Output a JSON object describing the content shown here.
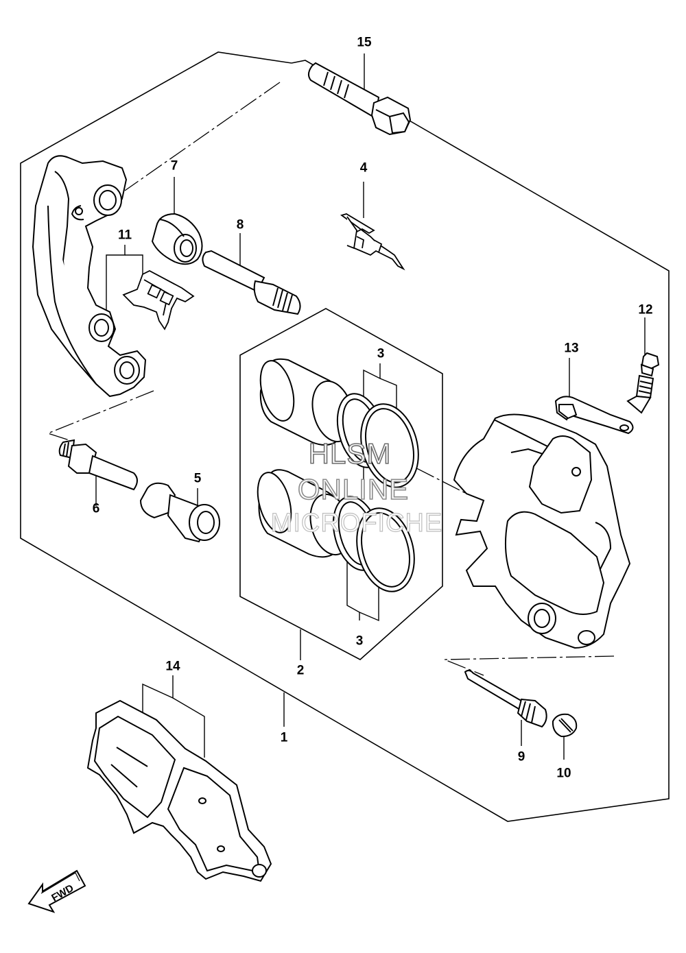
{
  "watermark": {
    "line1": "HLSM",
    "line2": "ONLINE",
    "line3": "MICROFICHE"
  },
  "direction_arrow": {
    "label": "FWD"
  },
  "callouts": {
    "c1": "1",
    "c2": "2",
    "c3a": "3",
    "c3b": "3",
    "c4": "4",
    "c5": "5",
    "c6": "6",
    "c7": "7",
    "c8": "8",
    "c9": "9",
    "c10": "10",
    "c11": "11",
    "c12": "12",
    "c13": "13",
    "c14": "14",
    "c15": "15"
  }
}
